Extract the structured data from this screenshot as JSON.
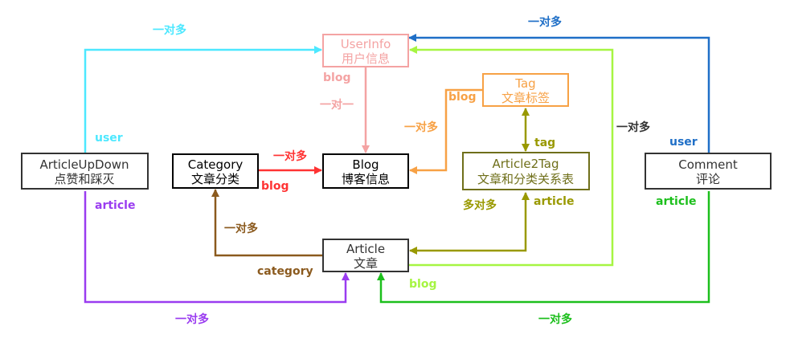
{
  "colors": {
    "cyan": "#4de8ff",
    "blue": "#1f6fc7",
    "pink": "#f4a3a3",
    "orange": "#f7a145",
    "olive": "#999900",
    "olive_dark": "#6f6f1a",
    "lime": "#a6f542",
    "red": "#ff3333",
    "brown": "#8b5a1e",
    "purple": "#9a3cf0",
    "green": "#1cbf1c",
    "black": "#000000",
    "dark": "#333333"
  },
  "nodes": {
    "userinfo": {
      "line1": "UserInfo",
      "line2": "用户信息"
    },
    "tag": {
      "line1": "Tag",
      "line2": "文章标签"
    },
    "article_updown": {
      "line1": "ArticleUpDown",
      "line2": "点赞和踩灭"
    },
    "category": {
      "line1": "Category",
      "line2": "文章分类"
    },
    "blog": {
      "line1": "Blog",
      "line2": "博客信息"
    },
    "article2tag": {
      "line1": "Article2Tag",
      "line2": "文章和分类关系表"
    },
    "comment": {
      "line1": "Comment",
      "line2": "评论"
    },
    "article": {
      "line1": "Article",
      "line2": "文章"
    }
  },
  "labels": {
    "cyan_relation": "一对多",
    "updown_user": "user",
    "updown_article": "article",
    "blue_relation": "一对多",
    "comment_user": "user",
    "comment_article": "article",
    "userinfo_blog": "blog",
    "pink_relation": "一对一",
    "tag_blog": "blog",
    "orange_relation": "一对多",
    "a2t_tag": "tag",
    "a2t_article": "article",
    "a2t_relation": "多对多",
    "lime_relation": "一对多",
    "category_relation": "一对多",
    "category_blog": "blog",
    "article_category_relation": "一对多",
    "article_category": "category",
    "article_blog": "blog",
    "purple_relation": "一对多",
    "green_relation": "一对多"
  }
}
